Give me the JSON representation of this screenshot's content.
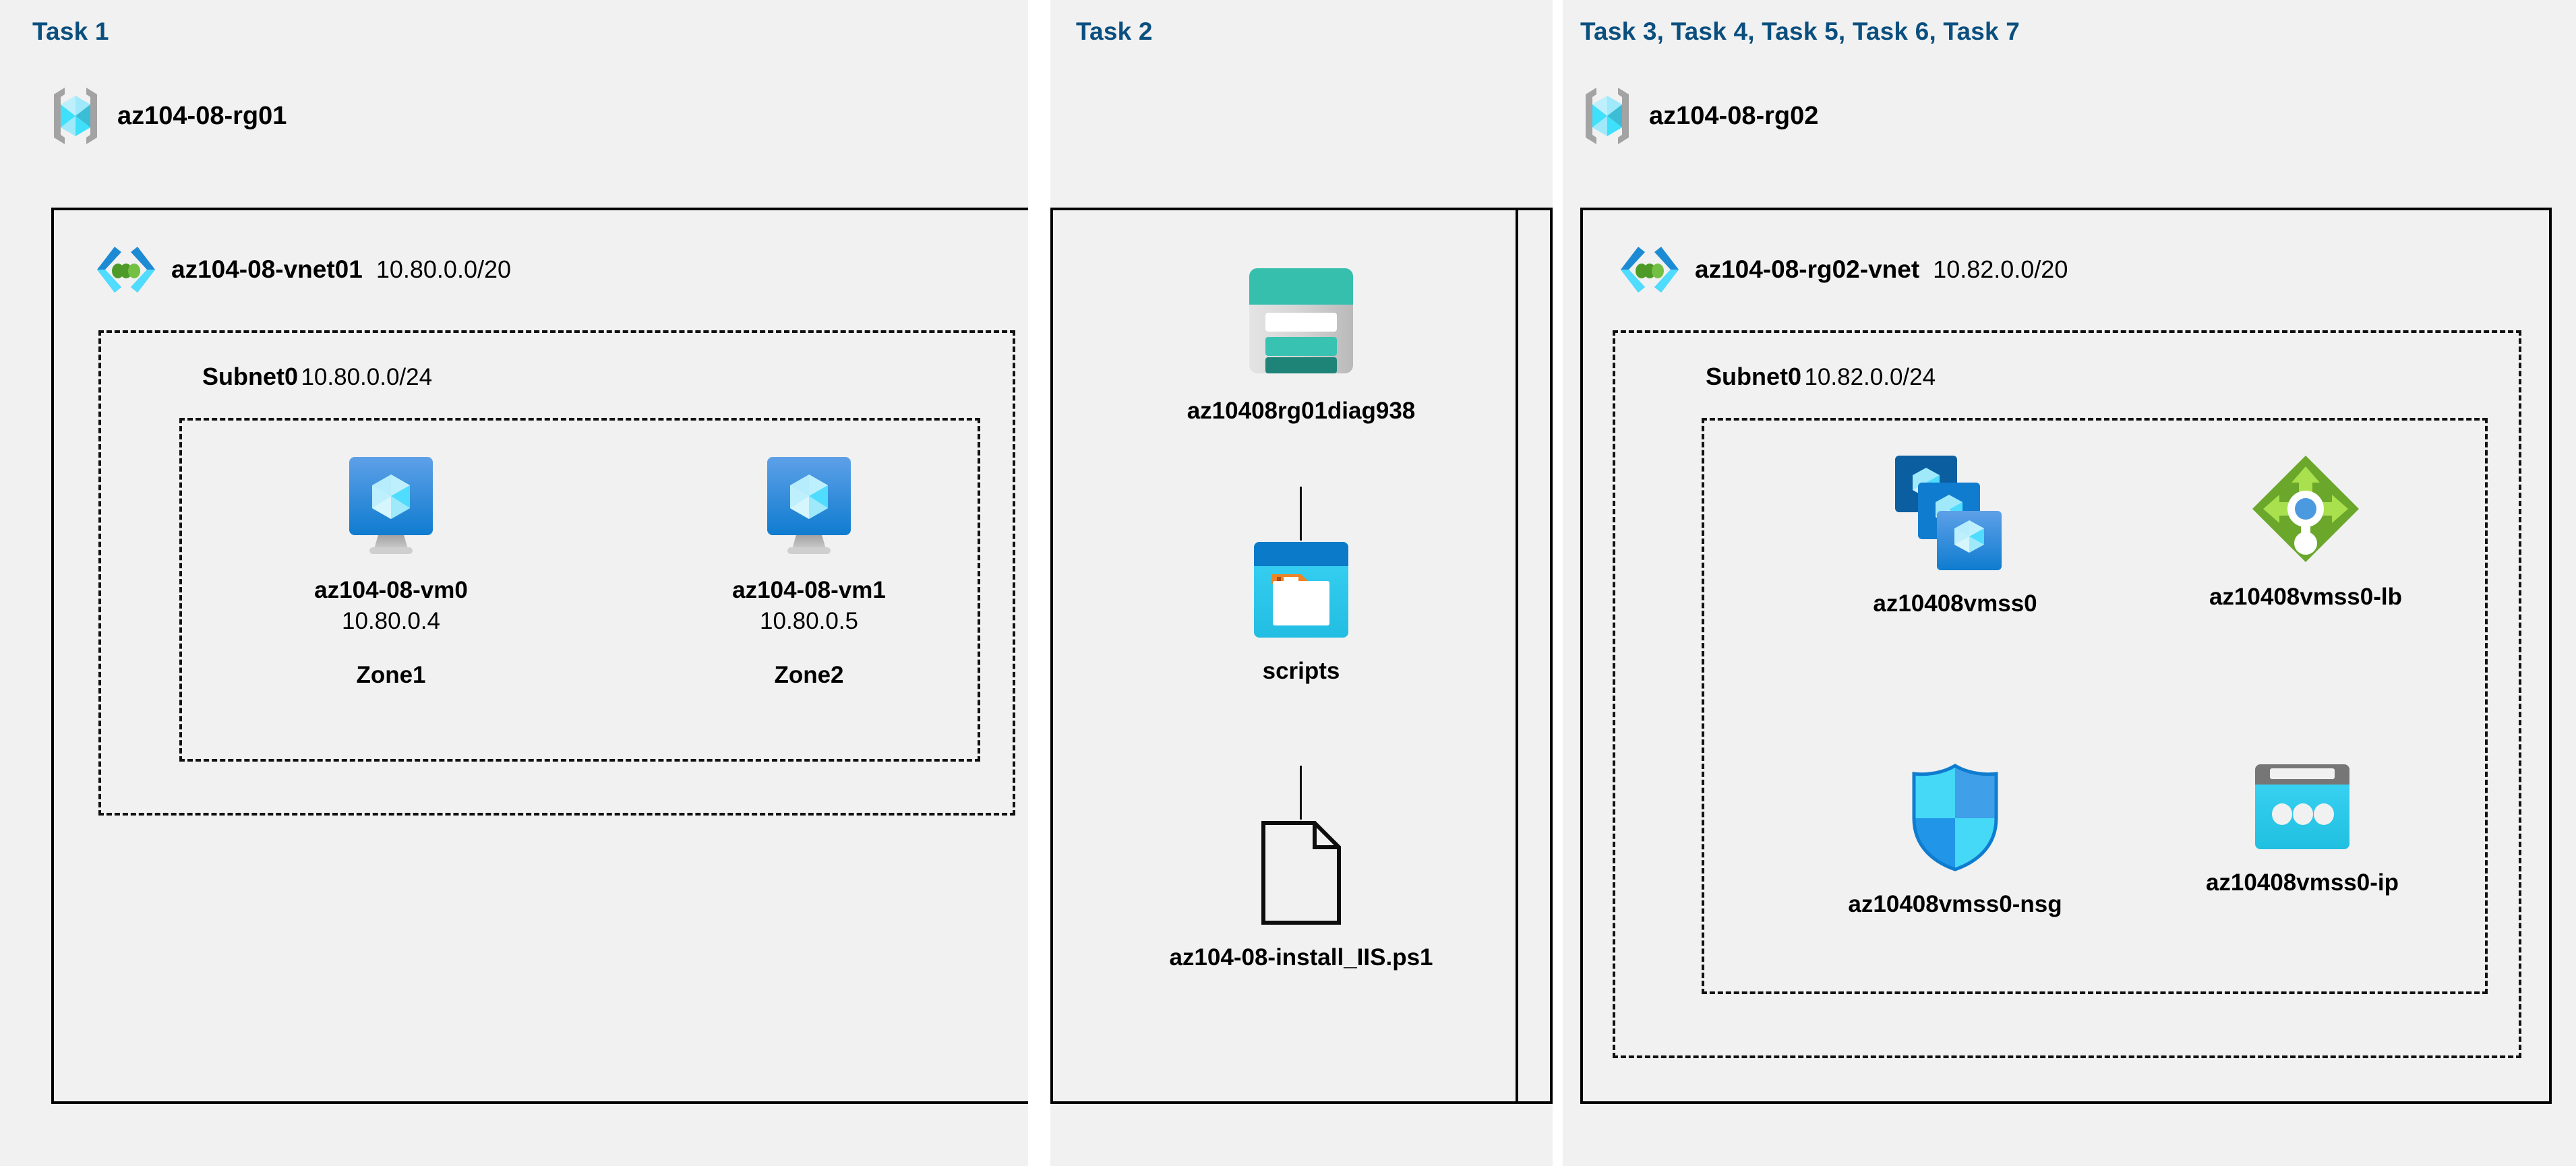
{
  "headings": {
    "task1": "Task 1",
    "task2": "Task 2",
    "task3": "Task 3, Task 4, Task 5, Task 6, Task 7"
  },
  "colors": {
    "heading": "#0b4f7f",
    "panel_bg": "#f1f1f1",
    "border": "#000000",
    "vm_blue": "#1b87d8",
    "storage_teal": "#37bfae",
    "container_blue": "#0078d4",
    "container_cyan": "#32cdf0",
    "lb_green": "#6aa72b",
    "nsg_cyan": "#32d3f5",
    "pip_gray": "#767676"
  },
  "resource_groups": [
    {
      "id": "rg01",
      "name": "az104-08-rg01",
      "icon": "resource-group-icon"
    },
    {
      "id": "rg02",
      "name": "az104-08-rg02",
      "icon": "resource-group-icon"
    }
  ],
  "vnets": [
    {
      "id": "vnet01",
      "name": "az104-08-vnet01",
      "cidr": "10.80.0.0/20",
      "icon": "virtual-network-icon"
    },
    {
      "id": "vnet02",
      "name": "az104-08-rg02-vnet",
      "cidr": "10.82.0.0/20",
      "icon": "virtual-network-icon"
    }
  ],
  "subnets": [
    {
      "id": "subnet01",
      "name": "Subnet0",
      "cidr": "10.80.0.0/24"
    },
    {
      "id": "subnet02",
      "name": "Subnet0",
      "cidr": "10.82.0.0/24"
    }
  ],
  "vms": [
    {
      "name": "az104-08-vm0",
      "ip": "10.80.0.4",
      "zone": "Zone1",
      "icon": "virtual-machine-icon"
    },
    {
      "name": "az104-08-vm1",
      "ip": "10.80.0.5",
      "zone": "Zone2",
      "icon": "virtual-machine-icon"
    }
  ],
  "task2_items": [
    {
      "name": "az10408rg01diag938",
      "icon": "storage-account-icon"
    },
    {
      "name": "scripts",
      "icon": "blob-container-icon"
    },
    {
      "name": "az104-08-install_IIS.ps1",
      "icon": "file-icon"
    }
  ],
  "task3_items": [
    {
      "name": "az10408vmss0",
      "icon": "vm-scale-set-icon"
    },
    {
      "name": "az10408vmss0-lb",
      "icon": "load-balancer-icon"
    },
    {
      "name": "az10408vmss0-nsg",
      "icon": "network-security-group-icon"
    },
    {
      "name": "az10408vmss0-ip",
      "icon": "public-ip-address-icon"
    }
  ]
}
